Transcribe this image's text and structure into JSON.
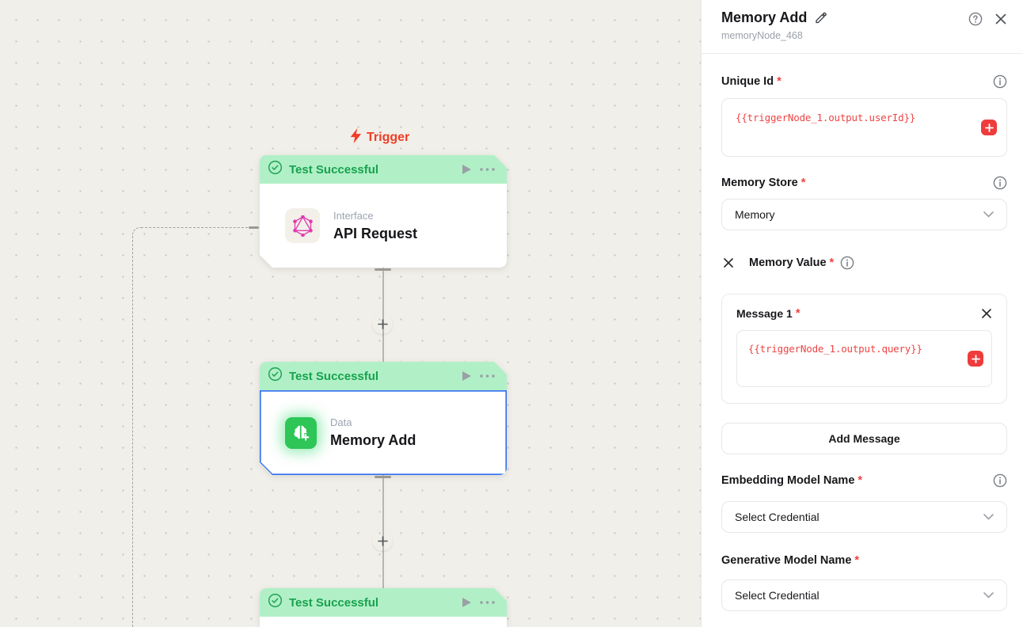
{
  "canvas": {
    "trigger_label": "Trigger",
    "nodes": [
      {
        "status": "Test Successful",
        "category": "Interface",
        "title": "API Request"
      },
      {
        "status": "Test Successful",
        "category": "Data",
        "title": "Memory Add",
        "selected": true
      },
      {
        "status": "Test Successful"
      }
    ]
  },
  "panel": {
    "title": "Memory Add",
    "subtitle": "memoryNode_468",
    "required_marker": "*",
    "unique_id": {
      "label": "Unique Id",
      "value": "{{triggerNode_1.output.userId}}"
    },
    "memory_store": {
      "label": "Memory Store",
      "value": "Memory"
    },
    "memory_value": {
      "label": "Memory Value"
    },
    "message": {
      "label": "Message 1",
      "value": "{{triggerNode_1.output.query}}"
    },
    "add_message_label": "Add Message",
    "embedding_model": {
      "label": "Embedding Model Name",
      "value": "Select Credential"
    },
    "generative_model": {
      "label": "Generative Model Name",
      "value": "Select Credential"
    }
  },
  "icons": {
    "edit": "pencil-icon",
    "help": "circled-question-icon",
    "close": "x-icon",
    "info": "circled-info-icon",
    "chevron": "chevron-down-icon",
    "check": "check-circle-icon",
    "play": "play-icon",
    "more": "ellipsis-icon",
    "trigger": "lightning-bolt-icon",
    "api_node": "graphql-icon",
    "memory_node": "brain-plus-icon",
    "add": "plus-icon"
  },
  "colors": {
    "canvas_bg": "#f0efe9",
    "status_green_bg": "#b1f0c7",
    "status_green_text": "#17a24e",
    "trigger_red": "#f23c26",
    "code_red": "#ef4444",
    "plus_button_red": "#ee3b3b",
    "selection_blue": "#2e6ef2",
    "graphql_magenta": "#e23bb0",
    "memory_icon_green": "#2ec657"
  }
}
